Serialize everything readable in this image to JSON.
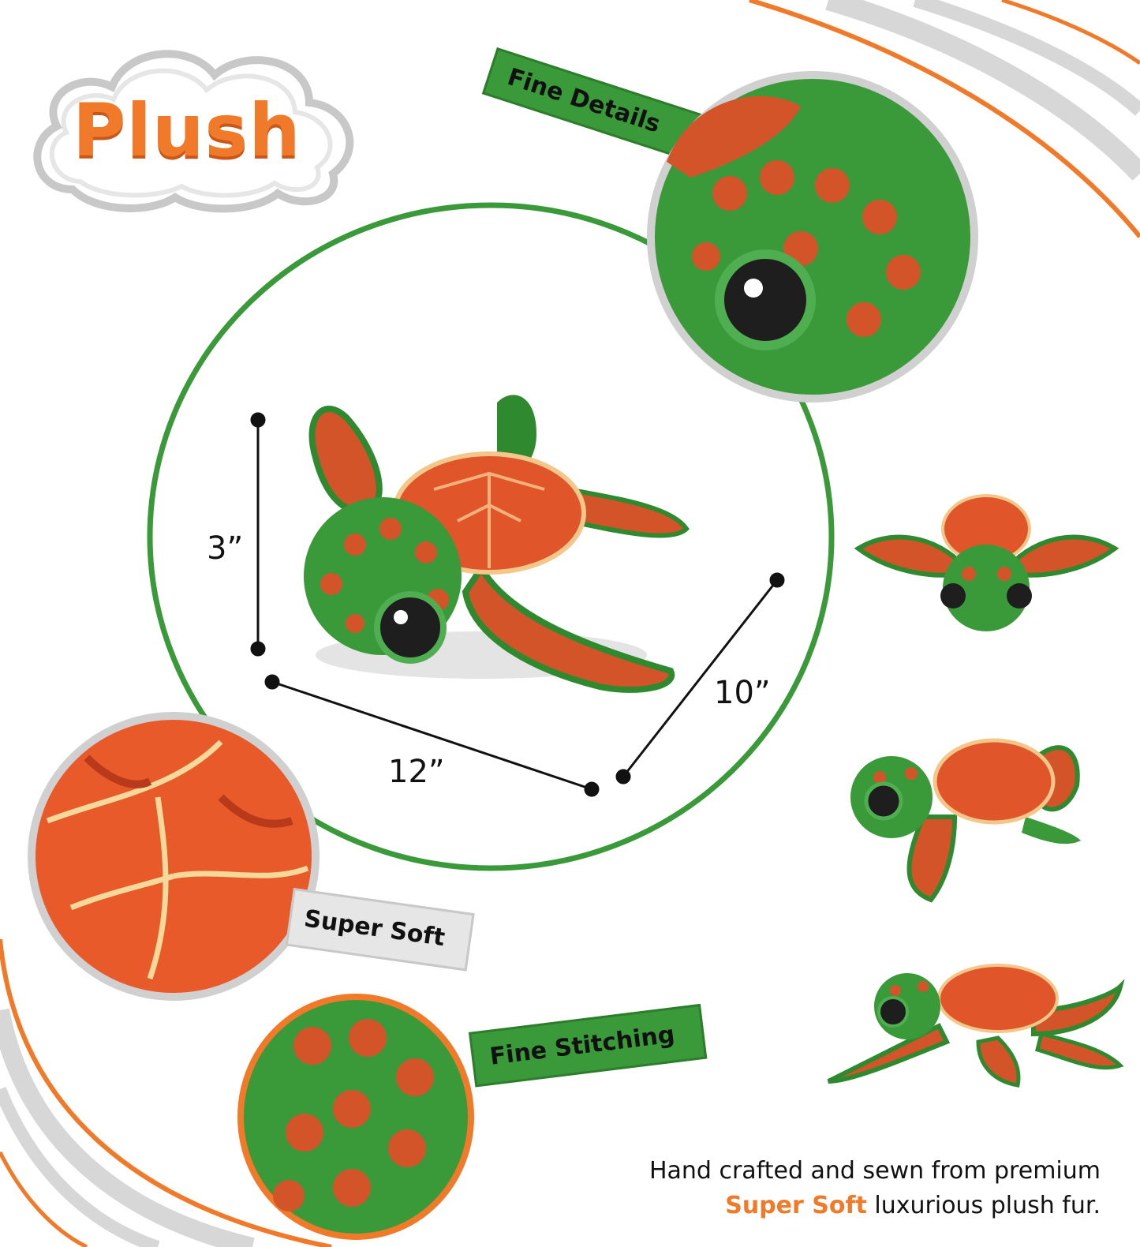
{
  "brand": {
    "badge": "Plush"
  },
  "callouts": {
    "fine_details": "Fine Details",
    "super_soft": "Super Soft",
    "fine_stitching": "Fine Stitching"
  },
  "dimensions": {
    "height": "3”",
    "length": "12”",
    "width": "10”"
  },
  "caption": {
    "line1": "Hand crafted and sewn from premium",
    "highlight": "Super Soft",
    "line2_rest": " luxurious plush fur."
  },
  "colors": {
    "accent_orange": "#f07a2a",
    "accent_green": "#3a9a3a",
    "swoosh_gray": "#d7d7d7"
  },
  "icons": {
    "cloud": "cloud-badge",
    "turtle": "sea-turtle-plush"
  }
}
